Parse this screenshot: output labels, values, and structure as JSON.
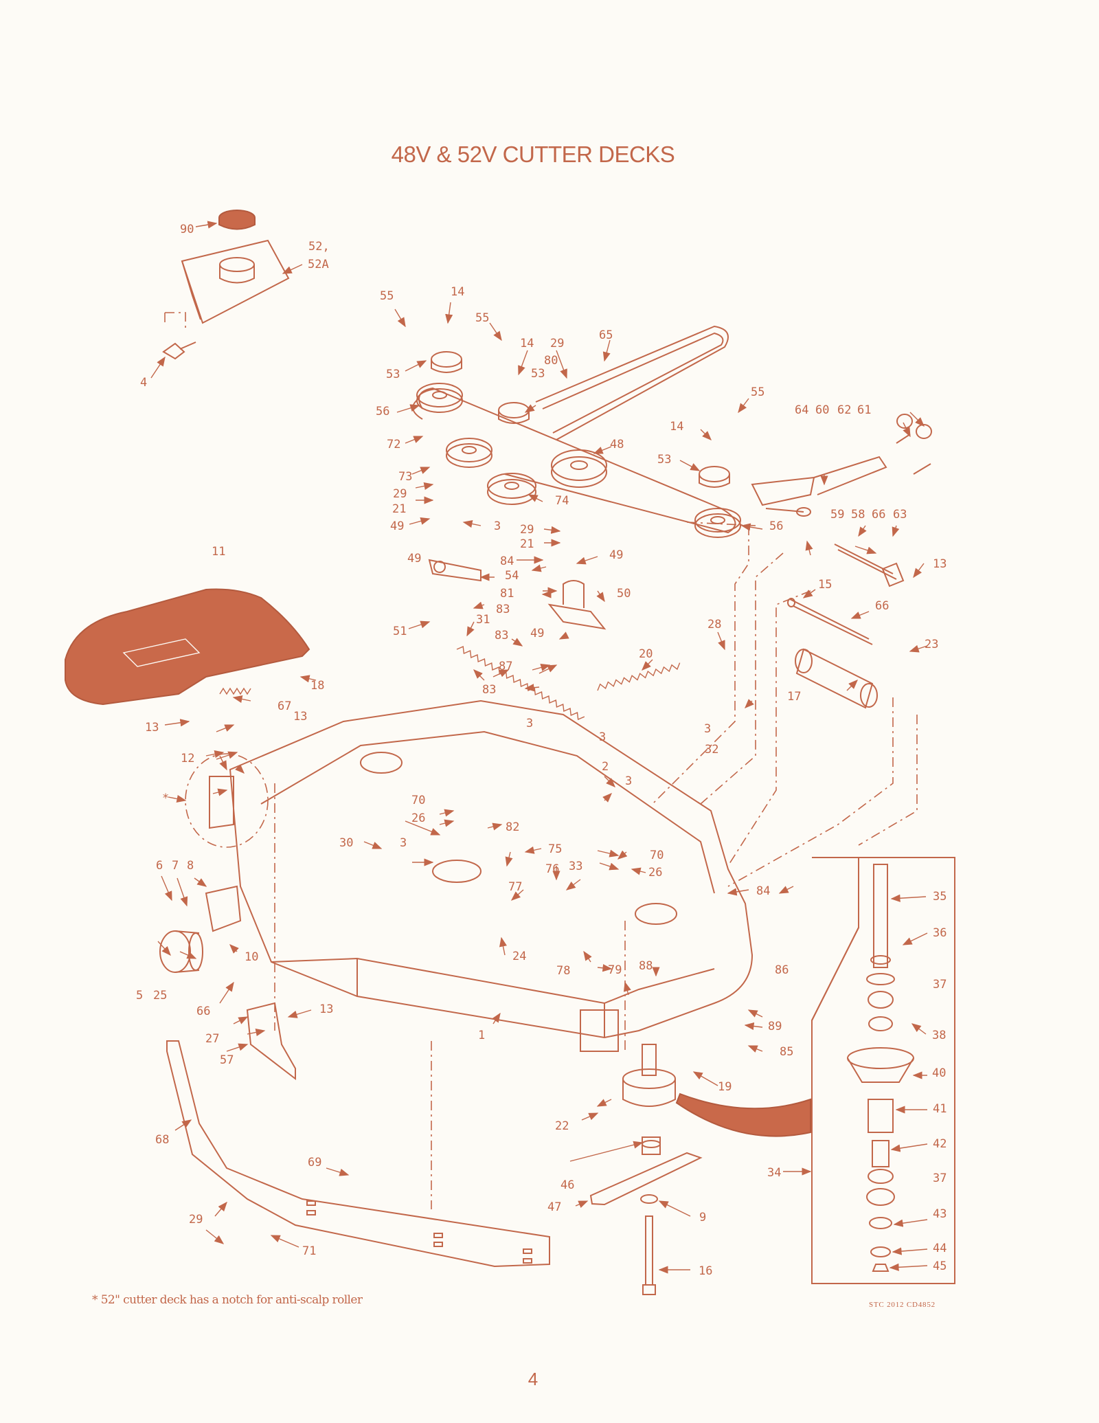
{
  "title": "48V & 52V CUTTER DECKS",
  "footnote": "* 52\" cutter deck has a notch for anti-scalp roller",
  "copyright": "STC 2012 CD4852",
  "page_number": "4",
  "colors": {
    "ink": "#c2674a",
    "fill": "#c9694a",
    "paper": "#fdfbf6"
  },
  "callouts": [
    "90",
    "52,",
    "52A",
    "4",
    "55",
    "14",
    "55",
    "14",
    "29",
    "65",
    "53",
    "53",
    "80",
    "56",
    "72",
    "55",
    "14",
    "64",
    "60",
    "62",
    "61",
    "48",
    "53",
    "73",
    "74",
    "29",
    "21",
    "49",
    "3",
    "56",
    "59",
    "58",
    "66",
    "63",
    "29",
    "21",
    "84",
    "49",
    "13",
    "49",
    "54",
    "11",
    "81",
    "50",
    "83",
    "15",
    "66",
    "51",
    "31",
    "28",
    "83",
    "49",
    "23",
    "87",
    "20",
    "83",
    "17",
    "18",
    "67",
    "3",
    "3",
    "13",
    "3",
    "13",
    "32",
    "2",
    "3",
    "12",
    "70",
    "26",
    "82",
    "30",
    "3",
    "75",
    "70",
    "33",
    "26",
    "76",
    "77",
    "84",
    "6",
    "7",
    "8",
    "24",
    "10",
    "78",
    "79",
    "88",
    "86",
    "5",
    "25",
    "66",
    "13",
    "27",
    "89",
    "1",
    "85",
    "57",
    "19",
    "35",
    "36",
    "37",
    "38",
    "40",
    "41",
    "42",
    "37",
    "43",
    "44",
    "45",
    "22",
    "46",
    "47",
    "9",
    "34",
    "68",
    "69",
    "29",
    "71",
    "16",
    "*"
  ]
}
